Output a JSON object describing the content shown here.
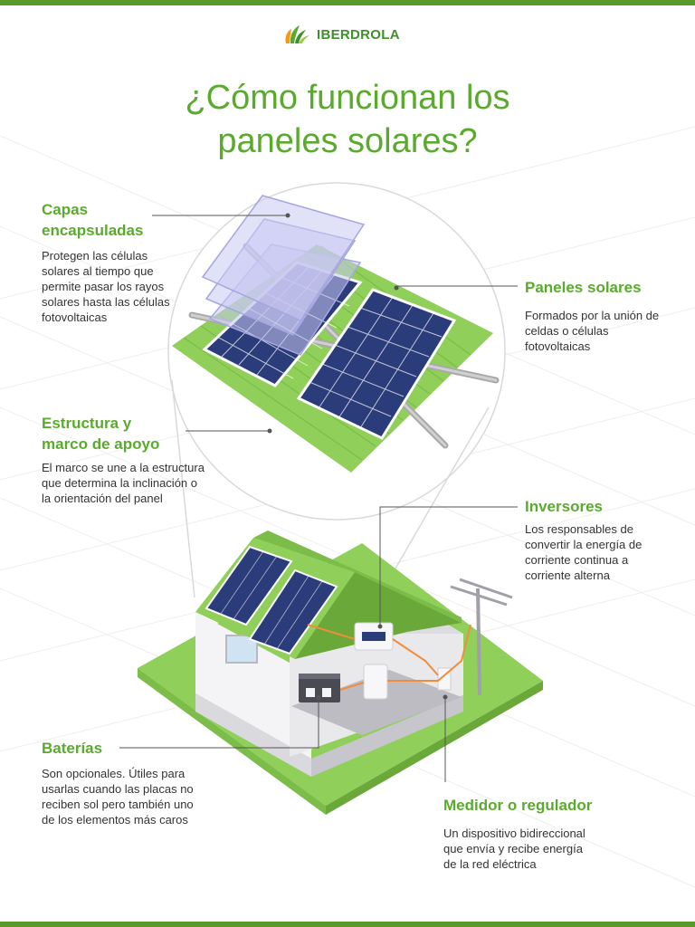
{
  "logo": {
    "text": "IBERDROLA"
  },
  "title": {
    "line1": "¿Cómo funcionan los",
    "line2": "paneles solares?"
  },
  "callouts": {
    "capas": {
      "title_1": "Capas",
      "title_2": "encapsuladas",
      "lines": [
        "Protegen las células",
        "solares al tiempo que",
        "permite pasar los rayos",
        "solares hasta las células",
        "fotovoltaicas"
      ]
    },
    "paneles": {
      "title": "Paneles solares",
      "lines": [
        "Formados por la unión de",
        "celdas o células",
        "fotovoltaicas"
      ]
    },
    "estructura": {
      "title_1": "Estructura y",
      "title_2": "marco de apoyo",
      "lines": [
        "El marco se une a la estructura",
        "que determina la inclinación o",
        "la orientación del panel"
      ]
    },
    "inversores": {
      "title": "Inversores",
      "lines": [
        "Los responsables de",
        "convertir la energía de",
        "corriente continua a",
        "corriente alterna"
      ]
    },
    "baterias": {
      "title": "Baterías",
      "lines": [
        "Son opcionales. Útiles para",
        "usarlas cuando las placas no",
        "reciben sol pero también uno",
        "de los elementos más caros"
      ]
    },
    "medidor": {
      "title": "Medidor o regulador",
      "lines": [
        "Un dispositivo bidireccional",
        "que envía y recibe energía",
        "de la red eléctrica"
      ]
    }
  },
  "colors": {
    "brand_green": "#5aab2d",
    "dark_green": "#3f8f2b",
    "panel_blue": "#2b3c7a",
    "roof_green": "#8fcf5a"
  }
}
